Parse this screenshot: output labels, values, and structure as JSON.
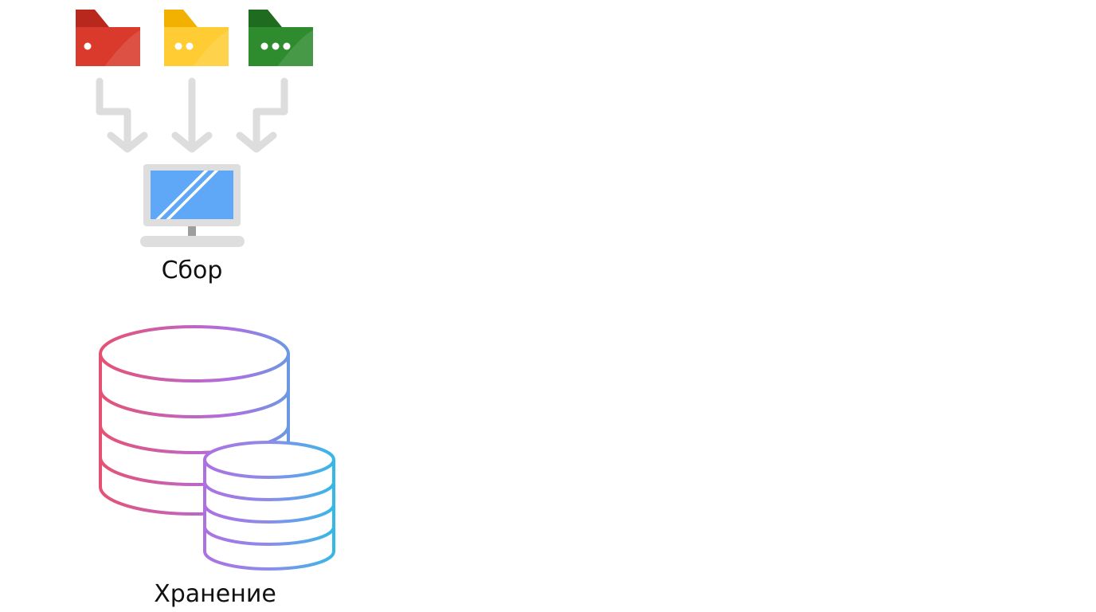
{
  "stages": [
    {
      "id": "collect",
      "label": "Сбор"
    },
    {
      "id": "store",
      "label": "Хранение"
    }
  ],
  "folders": [
    {
      "name": "red-folder-icon",
      "color": "#D93A2B",
      "tab_color": "#B8281C",
      "dots": 1
    },
    {
      "name": "yellow-folder-icon",
      "color": "#FFCC33",
      "tab_color": "#F2B100",
      "dots": 2
    },
    {
      "name": "green-folder-icon",
      "color": "#2E8B2E",
      "tab_color": "#1F6B1F",
      "dots": 3
    }
  ],
  "icons": {
    "arrows": "down-arrow-icon",
    "monitor": "monitor-icon",
    "database": "database-icon"
  },
  "colors": {
    "arrow": "#DDDDDD",
    "monitor_frame": "#DEDEDE",
    "monitor_screen": "#5EA8F7",
    "monitor_stand": "#9E9E9E",
    "db_gradient_start": "#E8506E",
    "db_gradient_mid": "#B06EE0",
    "db_gradient_end": "#2FBCE6"
  }
}
